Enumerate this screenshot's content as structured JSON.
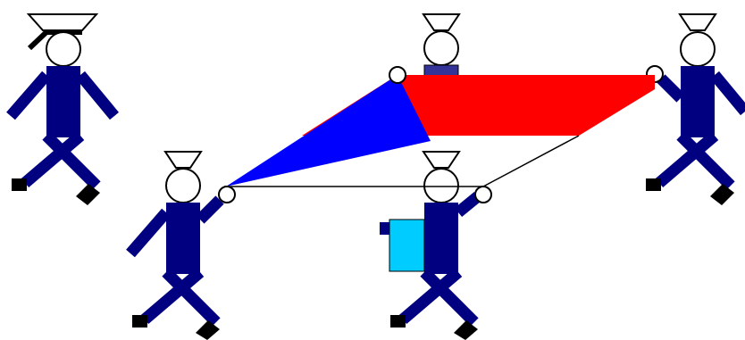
{
  "colors": {
    "background": "#ffffff",
    "body": "#000080",
    "shoe": "#000000",
    "head_fill": "#ffffff",
    "outline": "#000000",
    "red_flag": "#ff0000",
    "blue_flag": "#0000ff",
    "cyan_box": "#00ccff",
    "purple_patch": "#333399"
  },
  "figures": [
    {
      "id": "top-left",
      "hat": "sailor-hat-icon"
    },
    {
      "id": "top-middle",
      "hat": "sailor-hat-icon"
    },
    {
      "id": "top-right",
      "hat": "sailor-hat-icon"
    },
    {
      "id": "bottom-left",
      "hat": "sailor-hat-icon"
    },
    {
      "id": "bottom-middle",
      "hat": "sailor-hat-icon"
    }
  ]
}
